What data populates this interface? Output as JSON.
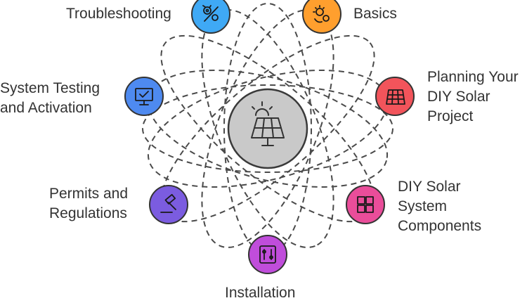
{
  "colors": {
    "troubleshooting": "#3fa9f5",
    "basics": "#ff9f2e",
    "planning": "#f2545b",
    "components": "#ea4d9a",
    "installation": "#c04ddb",
    "permits": "#7b5ce0",
    "system_testing": "#4e8af0",
    "hub": "#c9c9c9",
    "orbit": "#4a4a4a"
  },
  "center": {
    "icon": "solar-panel-icon"
  },
  "topics": {
    "troubleshooting": {
      "lines": [
        "Troubleshooting"
      ],
      "icon": "gears-wrench-icon"
    },
    "basics": {
      "lines": [
        "Basics"
      ],
      "icon": "sun-gear-icon"
    },
    "planning": {
      "lines": [
        "Planning Your",
        "DIY Solar",
        "Project"
      ],
      "icon": "solar-grid-icon"
    },
    "components": {
      "lines": [
        "DIY Solar",
        "System",
        "Components"
      ],
      "icon": "puzzle-icon"
    },
    "installation": {
      "lines": [
        "Installation"
      ],
      "icon": "toolbox-icon"
    },
    "permits": {
      "lines": [
        "Permits and",
        "Regulations"
      ],
      "icon": "gavel-icon"
    },
    "system_testing": {
      "lines": [
        "System Testing",
        "and Activation"
      ],
      "icon": "monitor-check-icon"
    }
  }
}
